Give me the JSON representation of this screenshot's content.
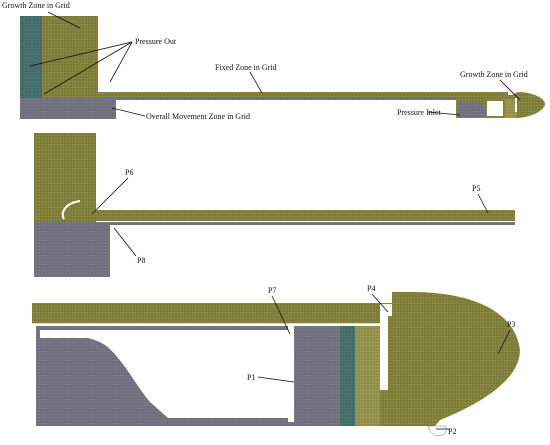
{
  "colors": {
    "yellow_mesh": "#7b7a36",
    "yellow_mesh_light": "#8f8d4a",
    "teal_mesh": "#3f6a66",
    "gray_mesh": "#6d6d7c",
    "gray_mesh_light": "#8e8e9e",
    "white": "#ffffff",
    "line": "#111111"
  },
  "top_panel": {
    "labels": {
      "growth_zone_left": "Growth Zone in Grid",
      "pressure_out": "Pressure Out",
      "fixed_zone": "Fixed Zone in Grid",
      "growth_zone_right": "Growth Zone in Grid",
      "overall_movement": "Overall Movement Zone in Grid",
      "pressure_inlet": "Pressure Inlet"
    }
  },
  "middle_panel": {
    "labels": {
      "p6": "P6",
      "p5": "P5",
      "p8": "P8"
    }
  },
  "bottom_panel": {
    "labels": {
      "p7": "P7",
      "p4": "P4",
      "p3": "P3",
      "p1": "P1",
      "p2": "P2"
    }
  }
}
